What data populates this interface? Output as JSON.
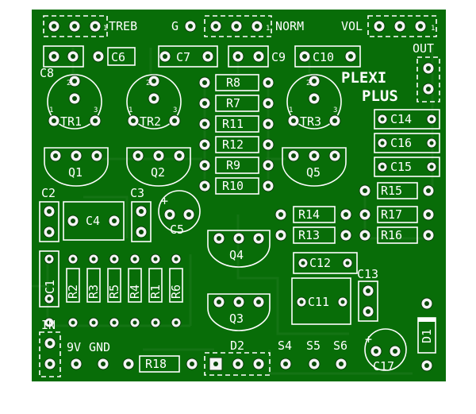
{
  "board": {
    "title_line1": "PLEXI",
    "title_line2": "PLUS",
    "colors": {
      "board": "#086d08",
      "silk": "#ffffff",
      "pad": "#f4f4f4"
    }
  },
  "labels": {
    "treb": "TREB",
    "g": "G",
    "norm": "NORM",
    "vol": "VOL",
    "out": "OUT",
    "c6": "C6",
    "c7": "C7",
    "c9": "C9",
    "c10": "C10",
    "c8": "C8",
    "r8": "R8",
    "r7": "R7",
    "r11": "R11",
    "r12": "R12",
    "r9": "R9",
    "r10": "R10",
    "tr1": "TR1",
    "tr2": "TR2",
    "tr3": "TR3",
    "c14": "C14",
    "c16": "C16",
    "c15": "C15",
    "q1": "Q1",
    "q2": "Q2",
    "q5": "Q5",
    "q4": "Q4",
    "q3": "Q3",
    "c2": "C2",
    "c3": "C3",
    "c4": "C4",
    "c5": "C5",
    "r15": "R15",
    "r17": "R17",
    "r16": "R16",
    "r14": "R14",
    "r13": "R13",
    "c12": "C12",
    "c13": "C13",
    "c11": "C11",
    "c1": "C1",
    "r2": "R2",
    "r3": "R3",
    "r5": "R5",
    "r4": "R4",
    "r1": "R1",
    "r6": "R6",
    "in": "IN",
    "v9": "9V",
    "gnd": "GND",
    "r18": "R18",
    "d2": "D2",
    "s4": "S4",
    "s5": "S5",
    "s6": "S6",
    "c17": "C17",
    "d1": "D1",
    "one": "1",
    "two": "2",
    "three": "3"
  }
}
